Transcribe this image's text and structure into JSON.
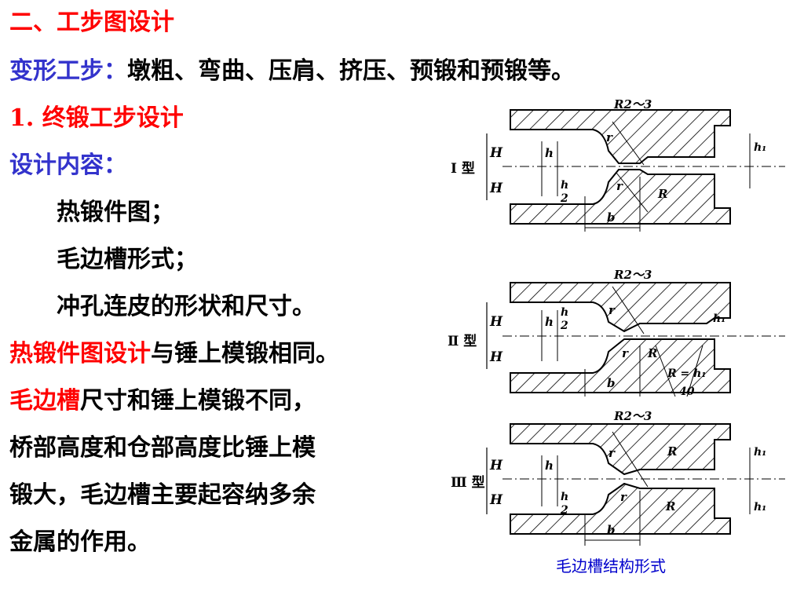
{
  "heading": "二、工步图设计",
  "deform": {
    "label": "变形工步：",
    "text": "墩粗、弯曲、压肩、挤压、预锻和预锻等。"
  },
  "section1": "1. 终锻工步设计",
  "design": {
    "label": "设计内容：",
    "items": [
      "热锻件图；",
      "毛边槽形式；",
      "冲孔连皮的形状和尺寸。"
    ]
  },
  "hot_forging": {
    "highlight": "热锻件图设计",
    "text": "与锤上模锻相同。"
  },
  "flash": {
    "highlight": "毛边槽",
    "lines": [
      "尺寸和锤上模锻不同，",
      "桥部高度和仓部高度比锤上模",
      "锻大，毛边槽主要起容纳多余",
      "金属的作用。"
    ]
  },
  "figure": {
    "types": [
      "Ⅰ 型",
      "Ⅱ 型",
      "Ⅲ 型"
    ],
    "caption": "毛边槽结构形式",
    "labels": {
      "H": "H",
      "h": "h",
      "h_half_num": "h",
      "h_half_den": "2",
      "r": "r",
      "R": "R",
      "b": "b",
      "h1": "h₁",
      "R23": "R2～3",
      "R_eq_h1": "R = h₁",
      "dim40": "40"
    }
  }
}
